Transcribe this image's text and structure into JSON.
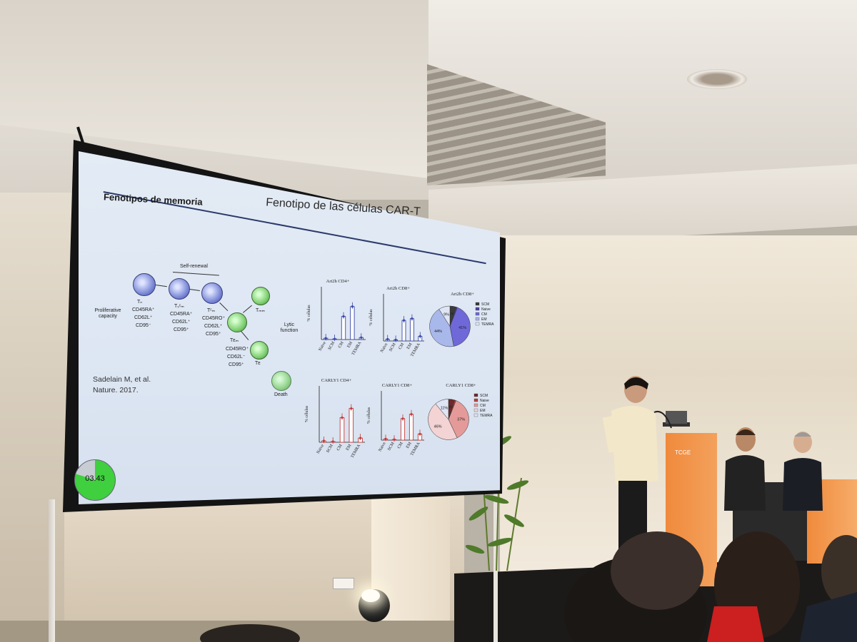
{
  "slide": {
    "title": "Fenotipo de las células CAR-T",
    "subtitle": "Fenotipos de memoria",
    "citation_line1": "Sadelain M, et al.",
    "citation_line2": "Nature. 2017.",
    "timer": "03.43",
    "diagram": {
      "self_renewal": "Self-renewal",
      "proliferative": "Proliferative capacity",
      "lytic": "Lytic function",
      "death": "Death",
      "cells": [
        {
          "name": "Tₙ",
          "markers": [
            "CD45RA⁺",
            "CD62L⁺",
            "CD95⁻"
          ]
        },
        {
          "name": "Tₛᶜₘ",
          "markers": [
            "CD45RA⁺",
            "CD62L⁺",
            "CD95⁺"
          ]
        },
        {
          "name": "Tᶜₘ",
          "markers": [
            "CD45RO⁺",
            "CD62L⁺",
            "CD95⁺"
          ]
        },
        {
          "name": "Tᴇₘ",
          "markers": [
            "CD45RO⁺",
            "CD62L⁻",
            "CD95⁺"
          ]
        },
        {
          "name": "Tₘₘ",
          "markers": []
        },
        {
          "name": "Tᴇ",
          "markers": []
        }
      ]
    }
  },
  "chart_data": [
    {
      "type": "bar",
      "title": "Ari2h CD4+",
      "categories": [
        "Naïve",
        "SCM",
        "CM",
        "EM",
        "TEMRA"
      ],
      "values": [
        2,
        1,
        35,
        50,
        3
      ],
      "ylim": [
        0,
        80
      ],
      "ylabel": "% células",
      "color": "#3b4aa8"
    },
    {
      "type": "bar",
      "title": "Ari2h CD8+",
      "categories": [
        "Naïve",
        "SCM",
        "CM",
        "EM",
        "TEMRA"
      ],
      "values": [
        3,
        2,
        35,
        38,
        8
      ],
      "ylim": [
        0,
        80
      ],
      "ylabel": "% células",
      "color": "#3b4aa8"
    },
    {
      "type": "pie",
      "title": "Ari2h CD8+",
      "labels": [
        "SCM",
        "Naive",
        "CM",
        "EM",
        "TEMRA"
      ],
      "values": [
        5,
        1,
        41,
        44,
        9
      ],
      "colors": [
        "#3a3a3a",
        "#4b3fa0",
        "#6f68d8",
        "#a9b8ea",
        "#dfe5f5"
      ]
    },
    {
      "type": "bar",
      "title": "CARLY1 CD4+",
      "categories": [
        "Naïve",
        "SCM",
        "CM",
        "EM",
        "TEMRA"
      ],
      "values": [
        2,
        1,
        35,
        48,
        6
      ],
      "ylim": [
        0,
        80
      ],
      "ylabel": "% células",
      "color": "#c23a3a"
    },
    {
      "type": "bar",
      "title": "CARLY1 CD8+",
      "categories": [
        "Naïve",
        "SCM",
        "CM",
        "EM",
        "TEMRA"
      ],
      "values": [
        2,
        1,
        35,
        42,
        10
      ],
      "ylim": [
        0,
        80
      ],
      "ylabel": "% células",
      "color": "#c23a3a"
    },
    {
      "type": "pie",
      "title": "CARLY1 CD8+",
      "labels": [
        "SCM",
        "Naive",
        "CM",
        "EM",
        "TEMRA"
      ],
      "values": [
        5,
        1,
        37,
        46,
        11
      ],
      "colors": [
        "#6b2a2a",
        "#c23a3a",
        "#e59a9a",
        "#f3d3d3",
        "#dfe5f5"
      ]
    }
  ],
  "venue": {
    "podium_label": "TCGE"
  }
}
